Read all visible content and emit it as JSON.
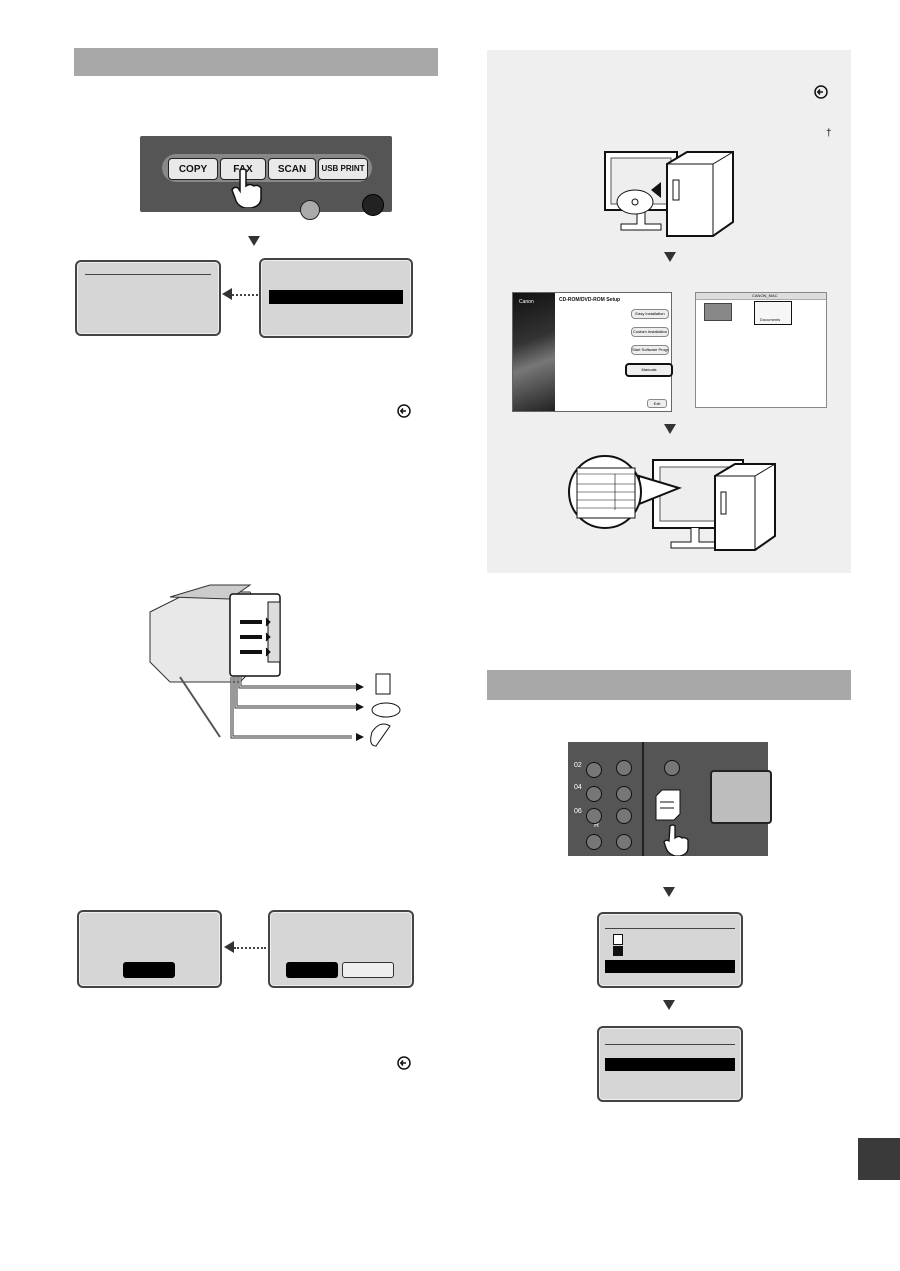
{
  "panel_top": {
    "buttons": [
      {
        "label": "COPY"
      },
      {
        "label": "FAX"
      },
      {
        "label": "SCAN"
      },
      {
        "label": "USB PRINT"
      }
    ]
  },
  "setup_window": {
    "brand": "Canon",
    "title": "CD-ROM/DVD-ROM Setup",
    "buttons": [
      {
        "label": "Easy Installation"
      },
      {
        "label": "Custom Installation"
      },
      {
        "label": "Start Software Programs"
      },
      {
        "label": "Manuals"
      },
      {
        "label": "Exit"
      }
    ]
  },
  "mac_window": {
    "title": "CANON_MAC",
    "items": [
      {
        "label": "Documents"
      }
    ]
  },
  "keypad": {
    "keys": [
      "02",
      "04",
      "06",
      "R"
    ]
  },
  "colors": {
    "section_bar": "#a8a8a8",
    "lcd_bg": "#d6d6d6",
    "info_box_bg": "#efefef",
    "tab_marker": "#3a3a3a"
  }
}
